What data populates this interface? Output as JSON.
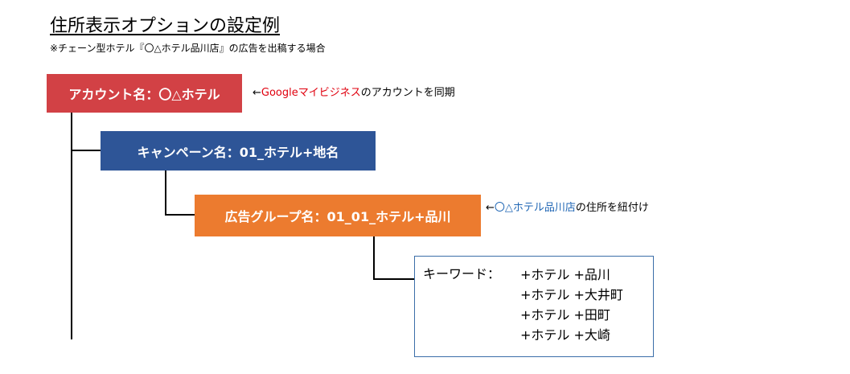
{
  "title": "住所表示オプションの設定例",
  "subtitle": "※チェーン型ホテル『〇△ホテル品川店』の広告を出稿する場合",
  "colors": {
    "account": "#d24145",
    "campaign": "#2e5597",
    "adgroup": "#ec7b2f",
    "note_red": "#e0000e",
    "note_blue": "#1f66b4",
    "kw_border": "#3b6ea8"
  },
  "account": {
    "label": "アカウント名：〇△ホテル",
    "note_arrow": "←",
    "note_highlight": "Googleマイビジネス",
    "note_rest": "のアカウントを同期"
  },
  "campaign": {
    "label": "キャンペーン名：01_ホテル+地名"
  },
  "adgroup": {
    "label": "広告グループ名：01_01_ホテル+品川",
    "note_arrow": "←",
    "note_highlight": "〇△ホテル品川店",
    "note_rest": "の住所を紐付け"
  },
  "keywords": {
    "label": "キーワード：",
    "items": [
      "+ホテル +品川",
      "+ホテル +大井町",
      "+ホテル +田町",
      "+ホテル +大崎"
    ]
  }
}
